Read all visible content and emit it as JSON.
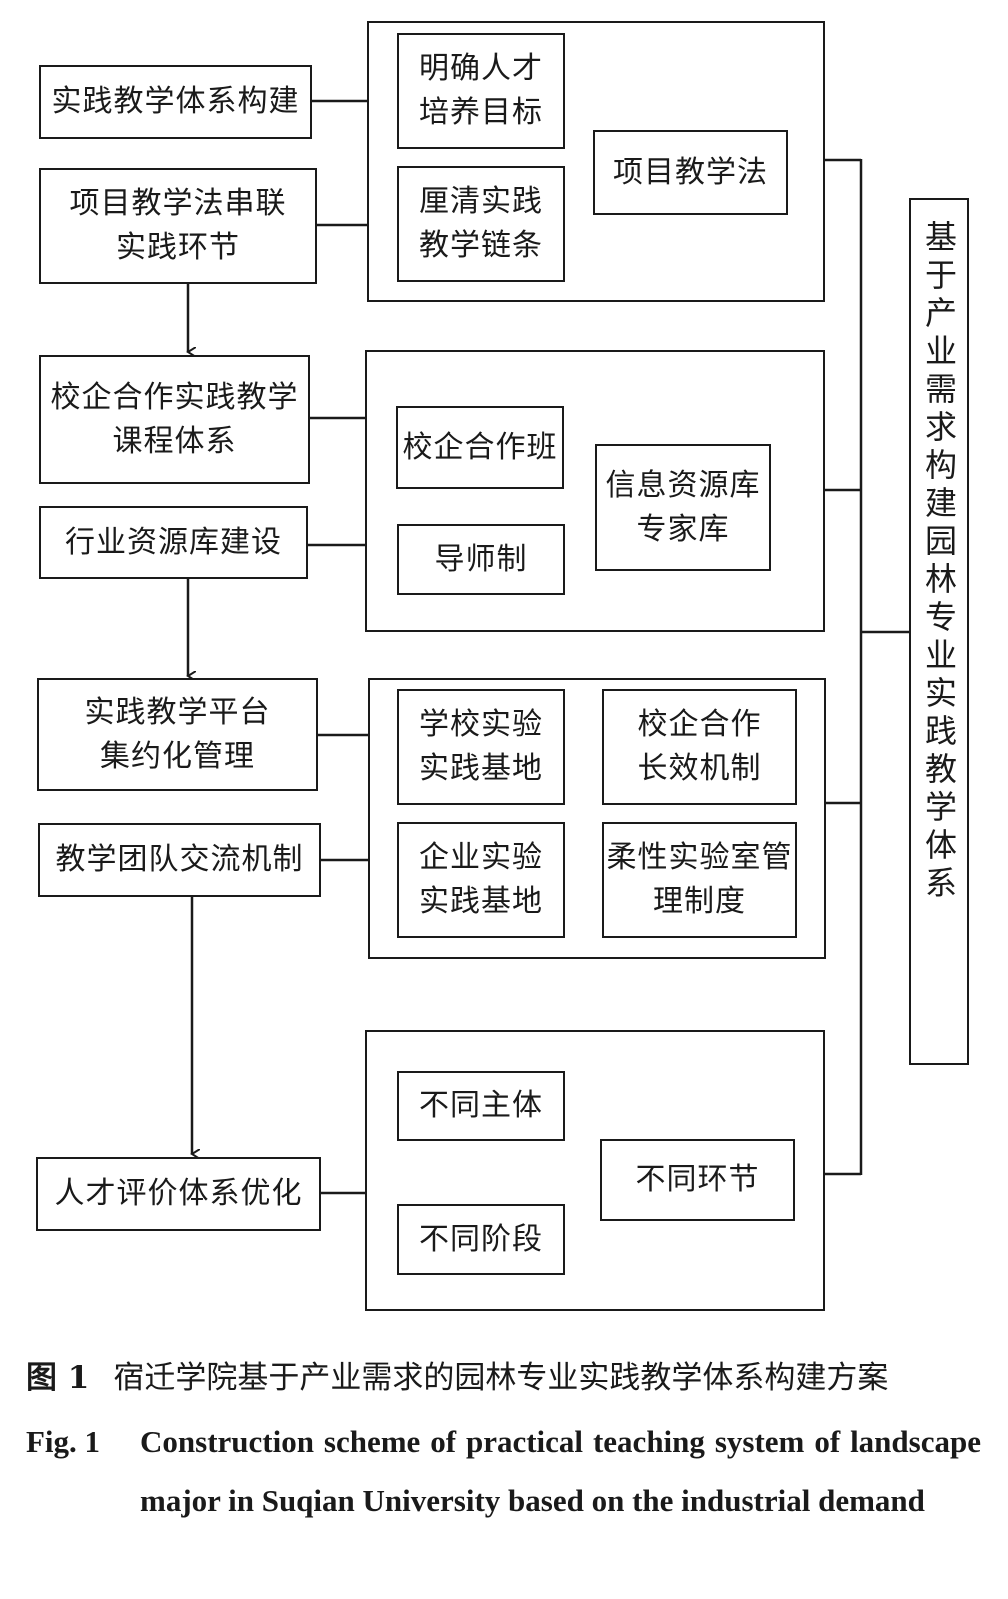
{
  "left_boxes": {
    "b1": "实践教学体系构建",
    "b2": "项目教学法串联\n实践环节",
    "b3": "校企合作实践教学\n课程体系",
    "b4": "行业资源库建设",
    "b5": "实践教学平台\n集约化管理",
    "b6": "教学团队交流机制",
    "b7": "人才评价体系优化"
  },
  "group1": {
    "a": "明确人才\n培养目标",
    "b": "厘清实践\n教学链条",
    "c": "项目教学法"
  },
  "group2": {
    "a": "校企合作班",
    "b": "导师制",
    "c": "信息资源库\n专家库"
  },
  "group3": {
    "a": "学校实验\n实践基地",
    "b": "校企合作\n长效机制",
    "c": "企业实验\n实践基地",
    "d": "柔性实验室管\n理制度"
  },
  "group4": {
    "a": "不同主体",
    "b": "不同阶段",
    "c": "不同环节"
  },
  "right_label": "基于产业需求构建园林专业实践教学体系",
  "caption": {
    "cn_number": "图 1",
    "cn_text": "宿迁学院基于产业需求的园林专业实践教学体系构建方案",
    "en_number": "Fig. 1",
    "en_text": "Construction scheme of practical teaching system of landscape major in Suqian University based on the industrial demand"
  },
  "colors": {
    "stroke": "#1a1a1a",
    "background": "#ffffff"
  }
}
